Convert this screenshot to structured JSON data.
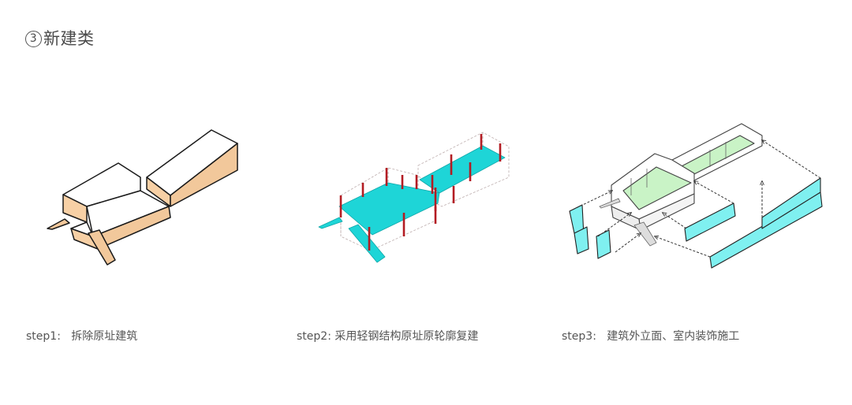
{
  "title": {
    "number": "3",
    "text": "新建类"
  },
  "steps": [
    {
      "label": "step1:",
      "text": "拆除原址建筑"
    },
    {
      "label": "step2:",
      "text": "采用轻钢结构原址原轮廓复建"
    },
    {
      "label": "step3:",
      "text": "建筑外立面、室内装饰施工"
    }
  ],
  "colors": {
    "existing_building": "#f7d0a5",
    "steel_floor": "#1ed5d7",
    "steel_column": "#b31c23",
    "facade_panel": "#7ff0f0",
    "interior_floor": "#c9f3c6"
  }
}
